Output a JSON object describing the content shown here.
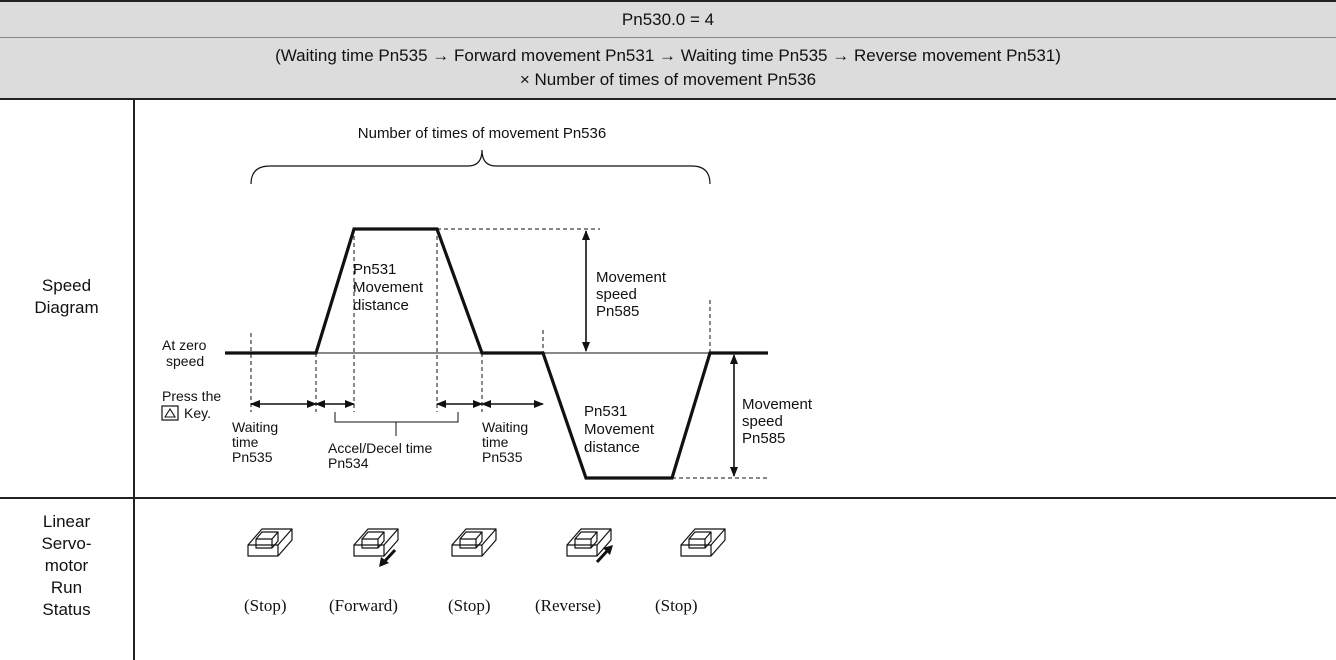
{
  "header": {
    "title": "Pn530.0 = 4",
    "sequence_line1": "(Waiting time Pn535 → Forward movement Pn531 → Waiting time Pn535 → Reverse movement Pn531)",
    "sequence_line2": "× Number of times of movement Pn536"
  },
  "rows": {
    "speed_diagram_lines": [
      "Speed",
      "Diagram"
    ],
    "run_status_lines": [
      "Linear",
      "Servo-",
      "motor",
      "Run",
      "Status"
    ]
  },
  "diagram": {
    "repeat_label": "Number of times of movement Pn536",
    "at_zero_speed": [
      "At zero",
      "speed"
    ],
    "press_key": [
      "Press the",
      "Key."
    ],
    "waiting_time_1": [
      "Waiting",
      "time",
      "Pn535"
    ],
    "accel_decel": [
      "Accel/Decel time",
      "Pn534"
    ],
    "waiting_time_2": [
      "Waiting",
      "time",
      "Pn535"
    ],
    "forward_distance": [
      "Pn531",
      "Movement",
      "distance"
    ],
    "reverse_distance": [
      "Pn531",
      "Movement",
      "distance"
    ],
    "speed_upper": [
      "Movement",
      "speed",
      "Pn585"
    ],
    "speed_lower": [
      "Movement",
      "speed",
      "Pn585"
    ]
  },
  "run_status": [
    {
      "label": "(Stop)",
      "arrow": "none"
    },
    {
      "label": "(Forward)",
      "arrow": "forward"
    },
    {
      "label": "(Stop)",
      "arrow": "none"
    },
    {
      "label": "(Reverse)",
      "arrow": "reverse"
    },
    {
      "label": "(Stop)",
      "arrow": "none"
    }
  ]
}
